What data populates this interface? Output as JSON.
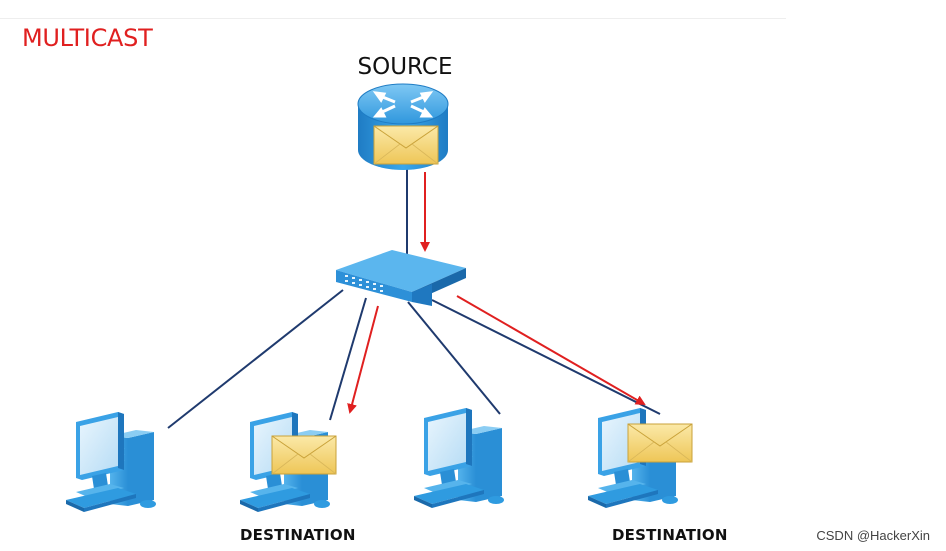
{
  "title": "MULTICAST",
  "source_label": "SOURCE",
  "destinations": [
    {
      "label": "DESTINATION"
    },
    {
      "label": "DESTINATION"
    }
  ],
  "watermark": "CSDN @HackerXin",
  "colors": {
    "title": "#e02020",
    "arrow": "#e02020",
    "cable": "#1f3a6e",
    "device_blue": "#2f9be0",
    "envelope": "#f4d77a"
  }
}
